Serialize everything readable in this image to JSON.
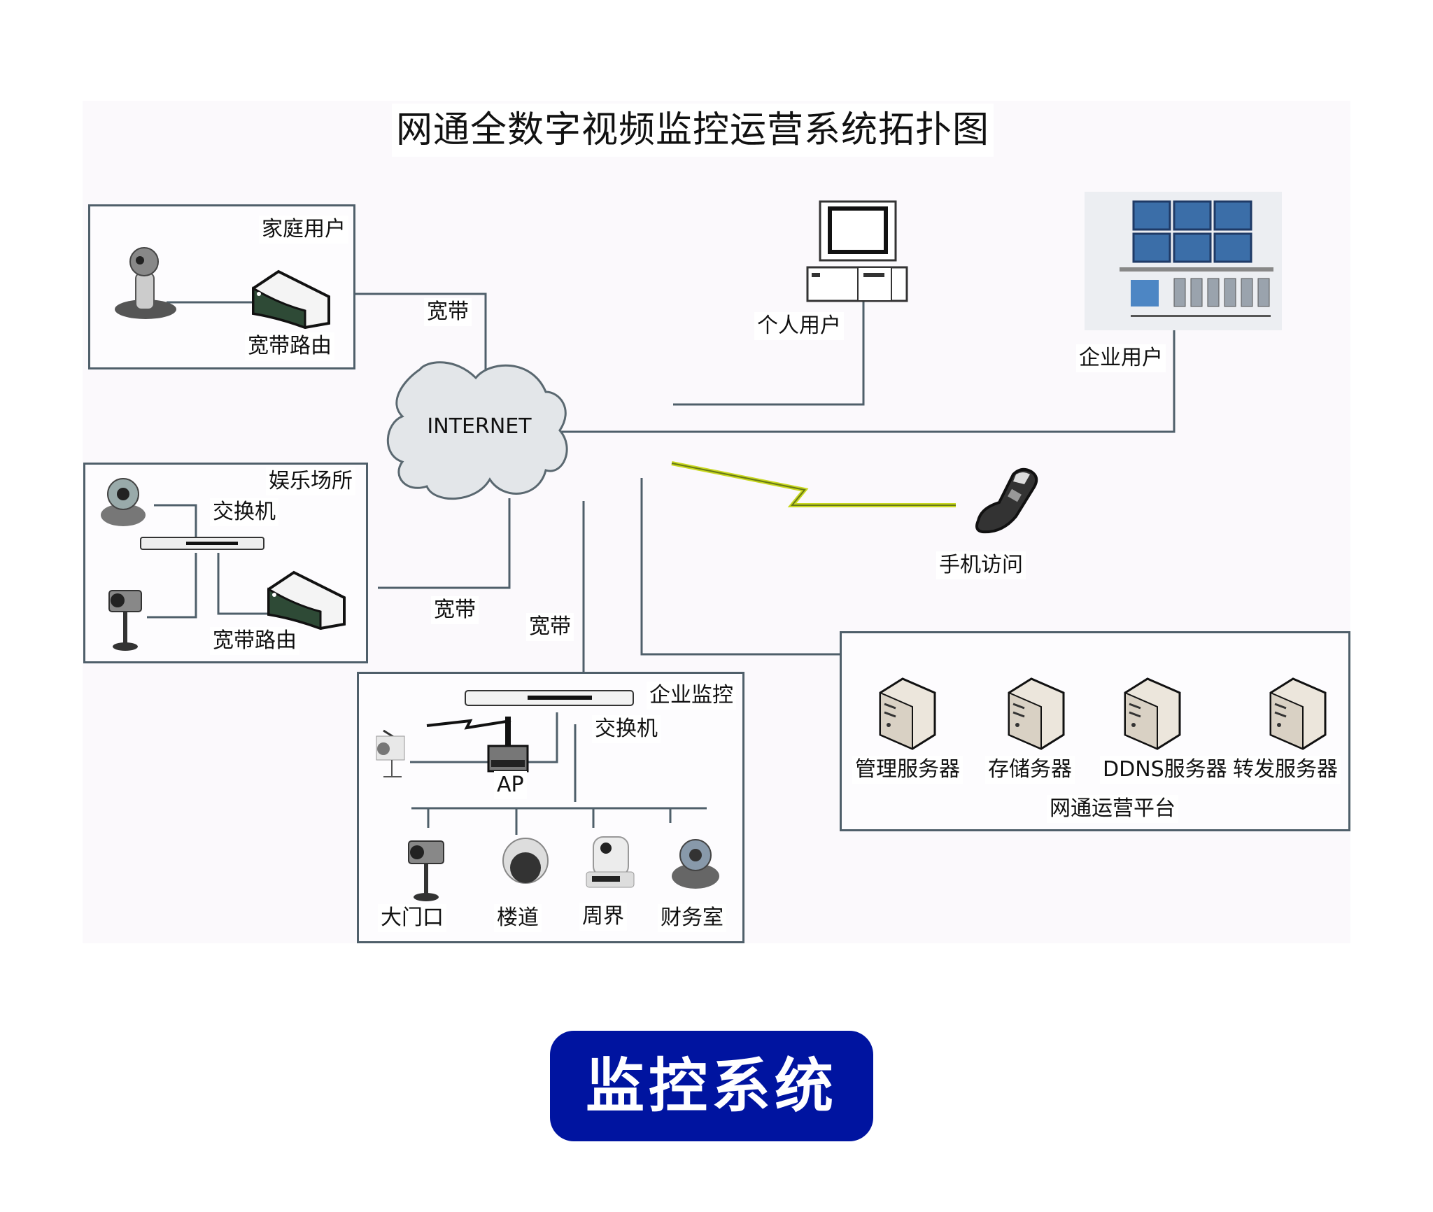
{
  "diagram": {
    "title": "网通全数字视频监控运营系统拓扑图",
    "internet_label": "INTERNET",
    "home_user": {
      "group_label": "家庭用户",
      "router_label": "宽带路由",
      "link_label": "宽带"
    },
    "entertainment": {
      "group_label": "娱乐场所",
      "switch_label": "交换机",
      "router_label": "宽带路由",
      "link_label": "宽带"
    },
    "enterprise_monitoring": {
      "group_label": "企业监控",
      "switch_label": "交换机",
      "ap_label": "AP",
      "link_label": "宽带",
      "cameras": [
        {
          "label": "大门口",
          "icon": "box-camera-icon"
        },
        {
          "label": "楼道",
          "icon": "dome-camera-icon"
        },
        {
          "label": "周界",
          "icon": "ptz-camera-icon"
        },
        {
          "label": "财务室",
          "icon": "ip-camera-icon"
        }
      ]
    },
    "personal_user": {
      "label": "个人用户",
      "icon": "desktop-computer-icon"
    },
    "enterprise_user": {
      "label": "企业用户",
      "icon": "video-wall-icon"
    },
    "mobile_access": {
      "label": "手机访问",
      "icon": "mobile-phone-icon"
    },
    "platform": {
      "group_label": "网通运营平台",
      "servers": [
        {
          "label": "管理服务器"
        },
        {
          "label": "存储务器"
        },
        {
          "label": "DDNS服务器"
        },
        {
          "label": "转发服务器"
        }
      ]
    },
    "colors": {
      "line": "#4f5f6a",
      "cloud_fill": "#e3e6e9",
      "wireless": "#c8d820",
      "badge_bg": "#0014a0"
    }
  },
  "footer": {
    "badge_label": "监控系统"
  }
}
